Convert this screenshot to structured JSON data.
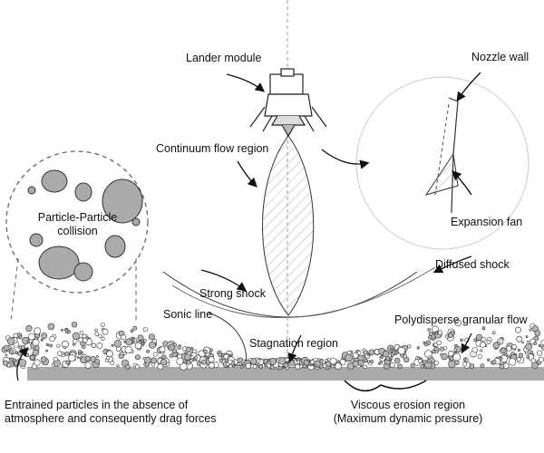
{
  "labels": {
    "lander_module": "Lander module",
    "nozzle_wall": "Nozzle wall",
    "continuum_flow_region": "Continuum flow region",
    "expansion_fan": "Expansion fan",
    "particle_collision_1": "Particle-Particle",
    "particle_collision_2": "collision",
    "diffused_shock": "Diffused shock",
    "strong_shock": "Strong shock",
    "sonic_line": "Sonic line",
    "polydisperse_flow": "Polydisperse granular flow",
    "stagnation_region": "Stagnation region",
    "entrained_1": "Entrained particles in the absence of",
    "entrained_2": "atmosphere and consequently drag forces",
    "viscous_1": "Viscous erosion region",
    "viscous_2": "(Maximum dynamic pressure)"
  },
  "colors": {
    "ground": "#a9a9a9",
    "particle": "#b5b5b5",
    "line": "#222222"
  }
}
